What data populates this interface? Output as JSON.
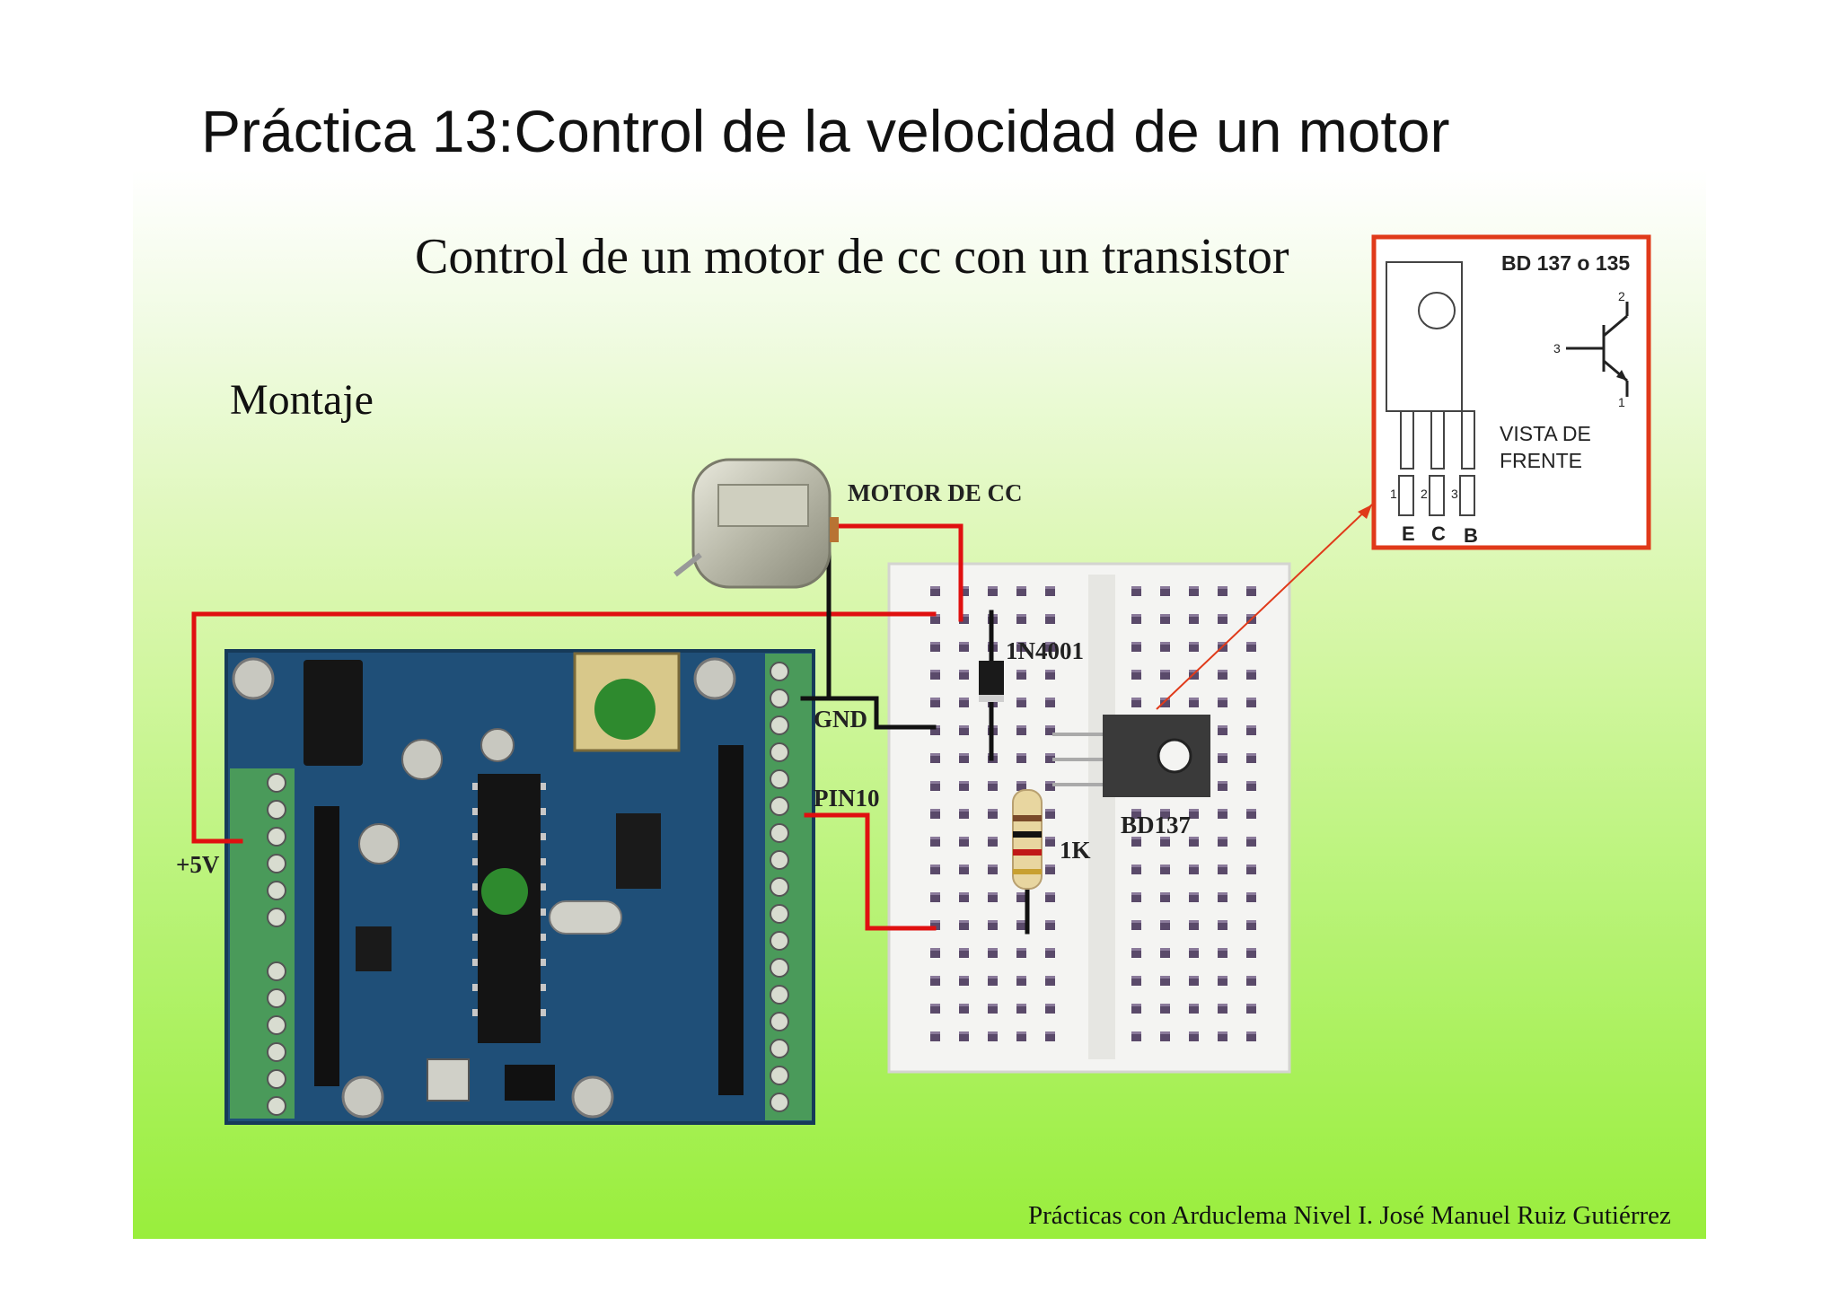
{
  "slide": {
    "title": "Práctica 13:Control de la velocidad de un motor",
    "subtitle": "Control de un motor de cc con un transistor",
    "section": "Montaje",
    "footer": "Prácticas con Arduclema Nivel I.  José Manuel Ruiz Gutiérrez"
  },
  "labels": {
    "motor": "MOTOR DE CC",
    "diode": "1N4001",
    "gnd": "GND",
    "pin10": "PIN10",
    "transistor": "BD137",
    "resistor": "1K",
    "vcc": "+5V"
  },
  "inset": {
    "title": "BD 137 o 135",
    "view": "VISTA DE",
    "view2": "FRENTE",
    "pins": [
      "E",
      "C",
      "B"
    ],
    "pin_numbers": [
      "1",
      "2",
      "3"
    ],
    "symbol_pins": [
      "2",
      "3",
      "1"
    ]
  },
  "colors": {
    "wire_red": "#e01010",
    "wire_black": "#111111",
    "inset_border": "#e03a1a",
    "board_blue": "#1f4f78",
    "terminal_green": "#4a9a5a"
  }
}
